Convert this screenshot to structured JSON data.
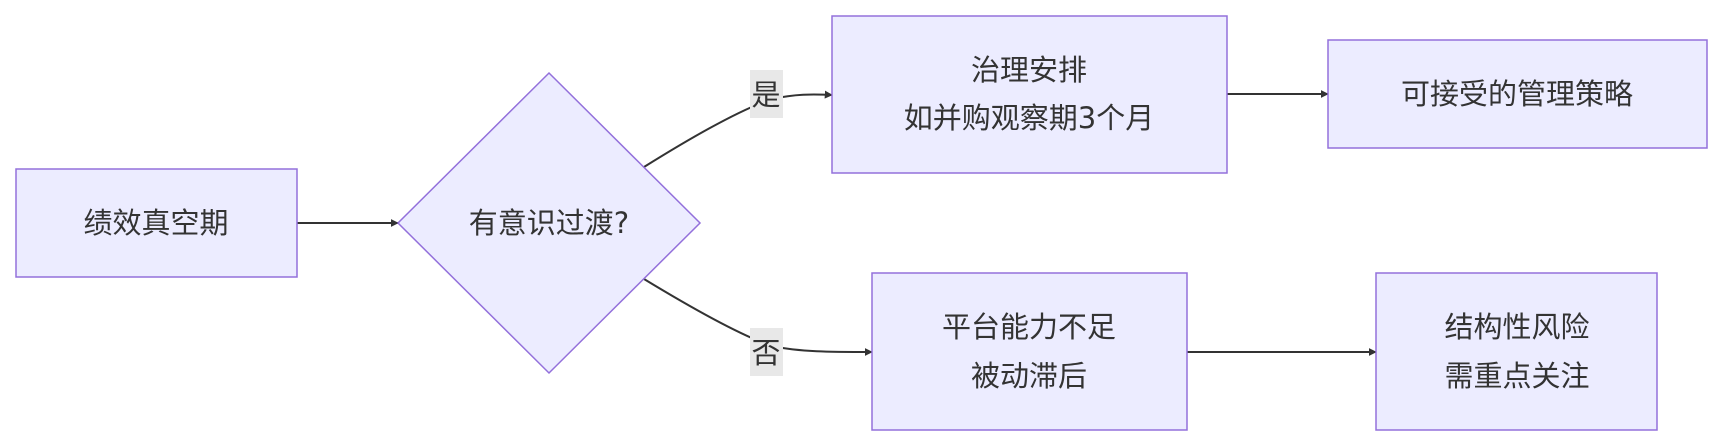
{
  "colors": {
    "node_fill": "#ECECFF",
    "node_stroke": "#9370DB",
    "edge_stroke": "#333333",
    "label_bg": "#E8E8E8",
    "text": "#333333"
  },
  "nodes": {
    "start": {
      "lines": [
        "绩效真空期"
      ]
    },
    "decision": {
      "lines": [
        "有意识过渡?"
      ]
    },
    "governance": {
      "lines": [
        "治理安排",
        "如并购观察期3个月"
      ]
    },
    "acceptable": {
      "lines": [
        "可接受的管理策略"
      ]
    },
    "insufficient": {
      "lines": [
        "平台能力不足",
        "被动滞后"
      ]
    },
    "risk": {
      "lines": [
        "结构性风险",
        "需重点关注"
      ]
    }
  },
  "edges": {
    "yes_label": "是",
    "no_label": "否"
  }
}
